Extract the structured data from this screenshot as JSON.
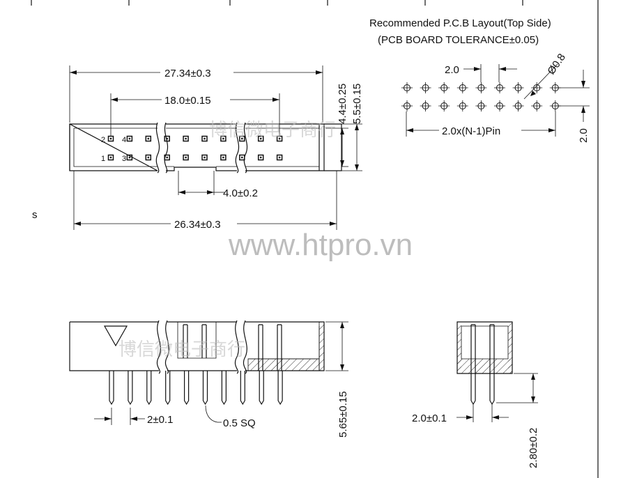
{
  "title_line1": "Recommended P.C.B Layout(Top Side)",
  "title_line2": "(PCB BOARD TOLERANCE±0.05)",
  "dims": {
    "overall_length": "27.34±0.3",
    "pin_span": "18.0±0.15",
    "key_width": "4.0±0.2",
    "inner_length": "26.34±0.3",
    "height_a": "4.4±0.25",
    "height_b": "5.5±0.15",
    "pcb_pitch": "2.0",
    "pcb_hole": "Ø0.8",
    "pcb_row_pitch": "2.0",
    "pcb_span": "2.0x(N-1)Pin",
    "side_pitch": "2±0.1",
    "pin_size": "0.5 SQ",
    "body_height": "5.65±0.15",
    "end_pitch": "2.0±0.1",
    "pin_length": "2.80±0.2"
  },
  "pin_labels": {
    "p1": "1",
    "p2": "2",
    "p3": "3",
    "p4": "4"
  },
  "side_marker": "s",
  "watermark_url": "www.htpro.vn",
  "watermark_cn": "博信微电子商行"
}
